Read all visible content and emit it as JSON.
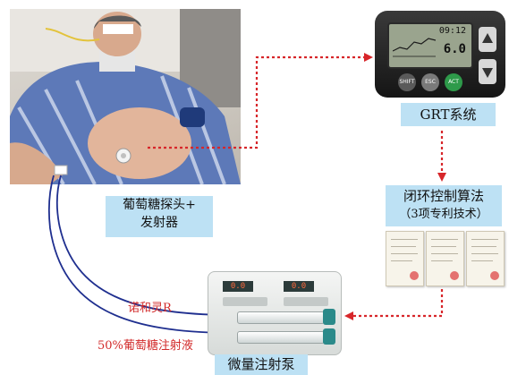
{
  "labels": {
    "grt_system": "GRT系统",
    "algorithm_line1": "闭环控制算法",
    "algorithm_line2": "（3项专利技术）",
    "sensor_line1": "葡萄糖探头+",
    "sensor_line2": "发射器",
    "pump": "微量注射泵",
    "drug_insulin": "诺和灵R",
    "drug_glucose": "50%葡萄糖注射液"
  },
  "grt_device": {
    "time": "09:12",
    "value": "6.0",
    "buttons": [
      "SHIFT",
      "ESC",
      "ACT"
    ]
  },
  "pump_device": {
    "display_left": "0.0",
    "display_right": "0.0"
  },
  "colors": {
    "label_bg": "#bde1f4",
    "arrow_red": "#d7262a",
    "tube_blue": "#1f2f8f",
    "drug_text": "#d22a2a"
  }
}
